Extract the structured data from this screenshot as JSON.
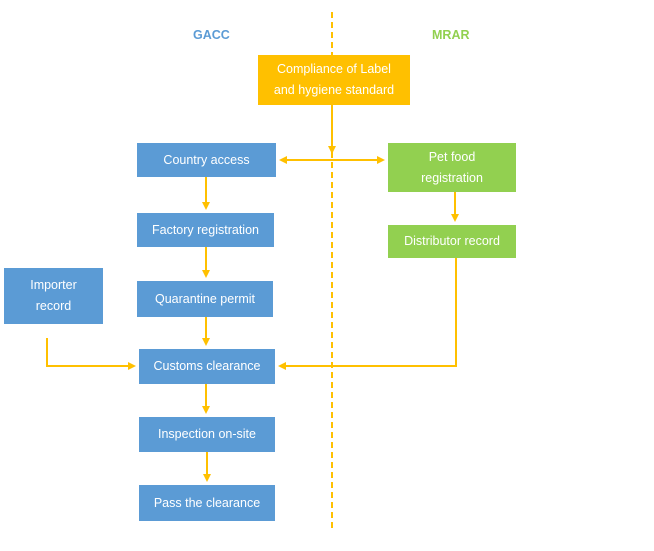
{
  "columns": {
    "gacc": {
      "label": "GACC",
      "color": "#5b9bd5"
    },
    "mrar": {
      "label": "MRAR",
      "color": "#92d050"
    }
  },
  "colors": {
    "gacc_box": "#5b9bd5",
    "mrar_box": "#92d050",
    "shared_box": "#ffc000",
    "connector": "#ffc000"
  },
  "nodes": {
    "compliance": "Compliance of Label\nand hygiene standard",
    "country_access": "Country access",
    "pet_food_registration": "Pet food\nregistration",
    "factory_registration": "Factory registration",
    "distributor_record": "Distributor record",
    "importer_record": "Importer\nrecord",
    "quarantine_permit": "Quarantine permit",
    "customs_clearance": "Customs clearance",
    "inspection_on_site": "Inspection on-site",
    "pass_the_clearance": "Pass the clearance"
  }
}
